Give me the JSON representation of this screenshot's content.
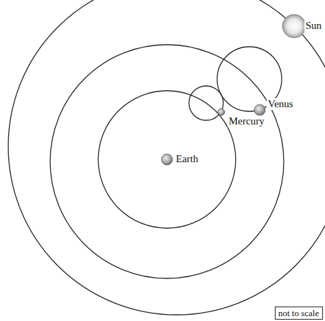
{
  "diagram": {
    "nodes": [
      {
        "text": [
          "not to scale"
        ]
      }
    ],
    "labels": [
      "Sun",
      "Venus",
      "Mercury",
      "Earth"
    ]
  }
}
